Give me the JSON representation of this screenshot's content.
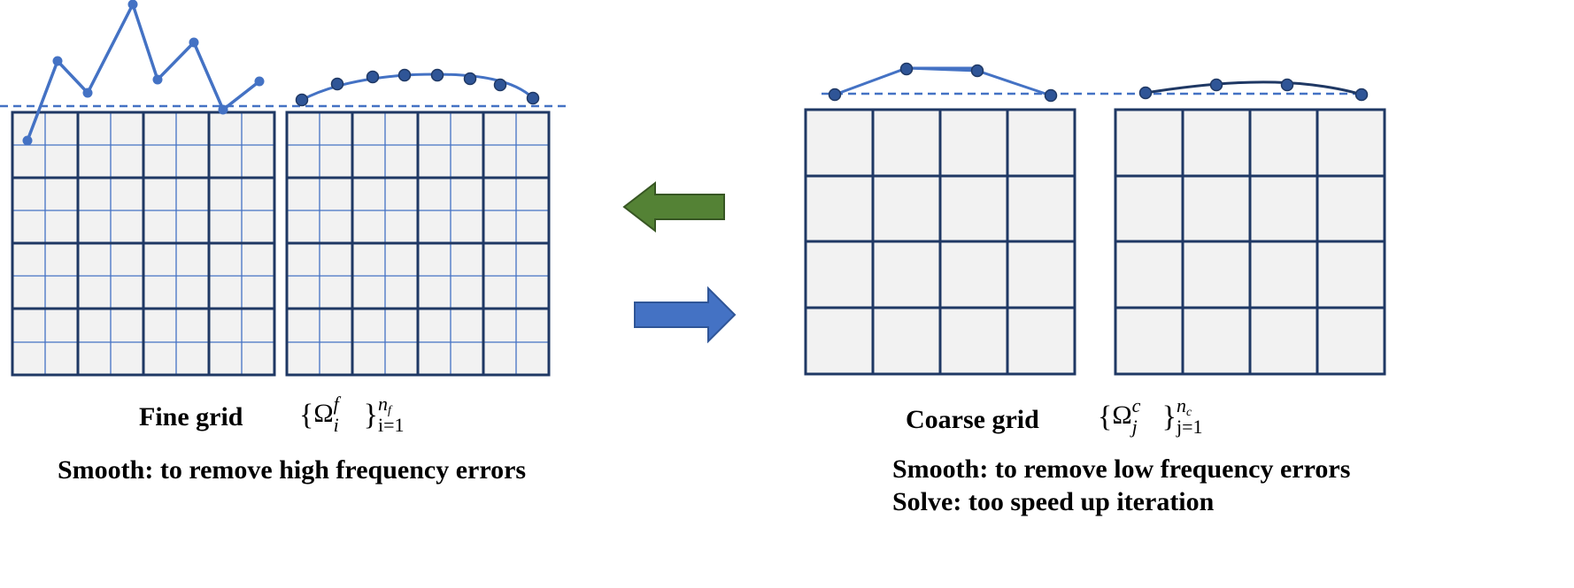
{
  "colors": {
    "grid_fill": "#f2f2f2",
    "grid_coarse_line": "#1f3864",
    "grid_fine_line": "#4472c4",
    "curve": "#4472c4",
    "dot_fill": "#2f5597",
    "dot_stroke": "#1f3864",
    "arrow_left_fill": "#548235",
    "arrow_left_stroke": "#375623",
    "arrow_right_fill": "#4472c4",
    "arrow_right_stroke": "#2f5597"
  },
  "left": {
    "title": "Fine grid",
    "set_symbol": "Ω",
    "set_super": "f",
    "set_sub": "i",
    "set_range_sub": "i=1",
    "set_range_sup": "n",
    "set_range_sup_sub": "f",
    "caption": "Smooth: to remove high frequency errors"
  },
  "right": {
    "title": "Coarse grid",
    "set_symbol": "Ω",
    "set_super": "c",
    "set_sub": "j",
    "set_range_sub": "j=1",
    "set_range_sup": "n",
    "set_range_sup_sub": "c",
    "caption_line1": "Smooth: to remove low frequency errors",
    "caption_line2": "Solve: too speed up iteration"
  },
  "arrows": {
    "restrict": "fine-to-coarse",
    "prolongate": "coarse-to-fine"
  },
  "icons": {
    "left_arrow": "arrow-left-icon",
    "right_arrow": "arrow-right-icon"
  }
}
